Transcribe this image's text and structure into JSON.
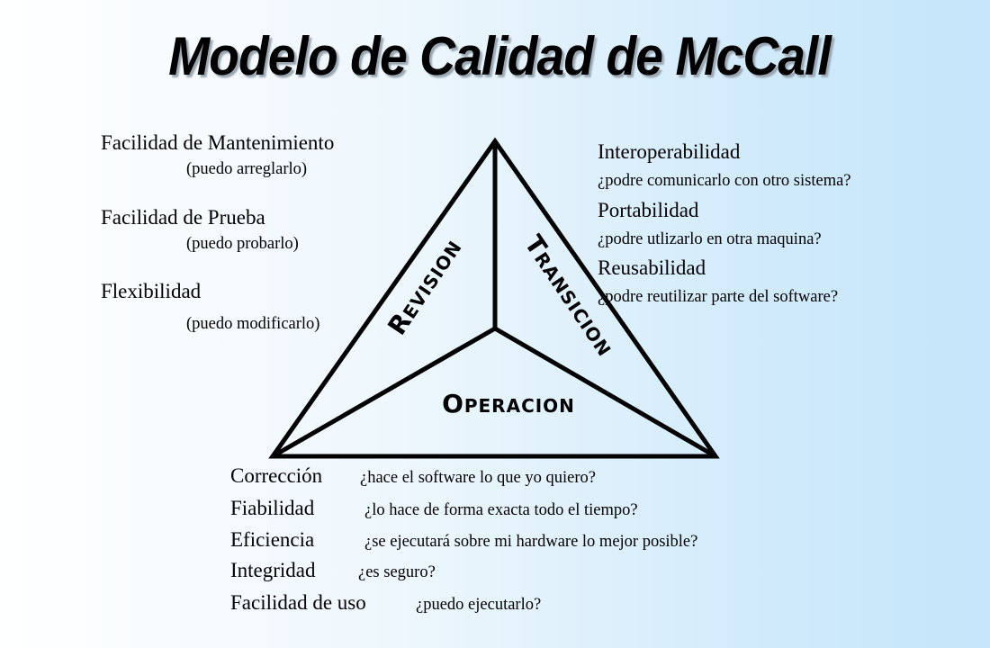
{
  "title": "Modelo de Calidad de McCall",
  "triangle": {
    "revision": "Revision",
    "transicion": "Transicion",
    "operacion": "Operacion"
  },
  "revision_factors": [
    {
      "name": "Facilidad de Mantenimiento",
      "question": "(puedo arreglarlo)"
    },
    {
      "name": "Facilidad de Prueba",
      "question": "(puedo probarlo)"
    },
    {
      "name": "Flexibilidad",
      "question": "(puedo modificarlo)"
    }
  ],
  "transicion_factors": [
    {
      "name": "Interoperabilidad",
      "question": "¿podre comunicarlo con otro sistema?"
    },
    {
      "name": "Portabilidad",
      "question": "¿podre utlizarlo en otra maquina?"
    },
    {
      "name": "Reusabilidad",
      "question": "¿podre reutilizar parte del software?"
    }
  ],
  "operacion_factors": [
    {
      "name": "Corrección",
      "question": "¿hace el software lo que yo quiero?"
    },
    {
      "name": "Fiabilidad",
      "question": "¿lo hace de forma exacta todo el tiempo?"
    },
    {
      "name": "Eficiencia",
      "question": "¿se ejecutará sobre mi hardware lo mejor posible?"
    },
    {
      "name": "Integridad",
      "question": "¿es seguro?"
    },
    {
      "name": "Facilidad de uso",
      "question": "¿puedo ejecutarlo?"
    }
  ]
}
